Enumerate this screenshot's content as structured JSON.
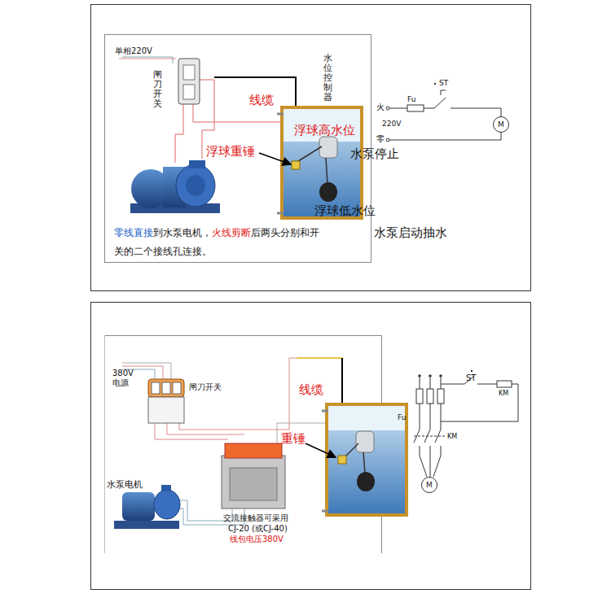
{
  "diagram": {
    "nodes": [
      {
        "text": [
          "M"
        ]
      },
      {
        "text": [
          "M"
        ]
      }
    ],
    "labels": [
      "单相220V",
      "闸刀开关",
      "水位控制器",
      "线缆",
      "浮球高水位",
      "浮球重锤",
      "水泵停止",
      "浮球低水位",
      "水泵启动抽水",
      "零线直接",
      "到水泵电机，",
      "火线剪断",
      "后两头分别和开",
      "关的二个接线孔连接。",
      "火",
      "220V",
      "零",
      "Fu",
      "ST",
      "380V",
      "电源",
      "闸刀开关",
      "水泵电机",
      "线缆",
      "重锤",
      "交流接触器可采用",
      "CJ-20 (或CJ-40)",
      "线包电压380V",
      "Fu",
      "ST",
      "KM",
      "KM"
    ]
  }
}
